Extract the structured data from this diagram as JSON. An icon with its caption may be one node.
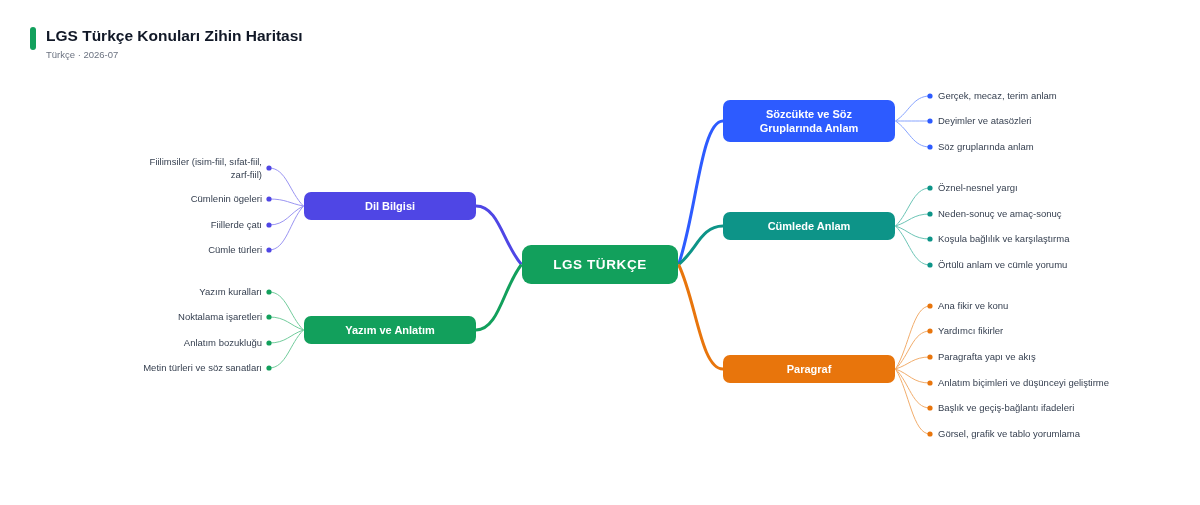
{
  "diagram": {
    "title": "LGS Türkçe Konuları Zihin Haritası",
    "nodes": [
      {
        "text": [
          "LGS TÜRKÇE"
        ]
      },
      {
        "text": [
          "Dil Bilgisi"
        ]
      },
      {
        "text": [
          "Fiilimsiler (isim-fiil, sıfat-fiil, zarf-fiil)"
        ]
      },
      {
        "text": [
          "Cümlenin ögeleri"
        ]
      },
      {
        "text": [
          "Fiillerde çatı"
        ]
      },
      {
        "text": [
          "Cümle türleri"
        ]
      },
      {
        "text": [
          "Yazım ve Anlatım"
        ]
      },
      {
        "text": [
          "Yazım kuralları"
        ]
      },
      {
        "text": [
          "Noktalama işaretleri"
        ]
      },
      {
        "text": [
          "Anlatım bozukluğu"
        ]
      },
      {
        "text": [
          "Metin türleri ve söz sanatları"
        ]
      },
      {
        "text": [
          "Sözcükte ve Söz Gruplarında Anlam"
        ]
      },
      {
        "text": [
          "Gerçek, mecaz, terim anlam"
        ]
      },
      {
        "text": [
          "Deyimler ve atasözleri"
        ]
      },
      {
        "text": [
          "Söz gruplarında anlam"
        ]
      },
      {
        "text": [
          "Cümlede Anlam"
        ]
      },
      {
        "text": [
          "Öznel-nesnel yargı"
        ]
      },
      {
        "text": [
          "Neden-sonuç ve amaç-sonuç"
        ]
      },
      {
        "text": [
          "Koşula bağlılık ve karşılaştırma"
        ]
      },
      {
        "text": [
          "Örtülü anlam ve cümle yorumu"
        ]
      },
      {
        "text": [
          "Paragraf"
        ]
      },
      {
        "text": [
          "Ana fikir ve konu"
        ]
      },
      {
        "text": [
          "Yardımcı fikirler"
        ]
      },
      {
        "text": [
          "Paragrafta yapı ve akış"
        ]
      },
      {
        "text": [
          "Anlatım biçimleri ve düşünceyi geliştirme"
        ]
      },
      {
        "text": [
          "Başlık ve geçiş-bağlantı ifadeleri"
        ]
      },
      {
        "text": [
          "Görsel, grafik ve tablo yorumlama"
        ]
      }
    ],
    "edges": [
      {
        "from": 0,
        "to": 1,
        "arrow": "none",
        "style": "thick",
        "color": "#4f46e5"
      },
      {
        "from": 1,
        "to": 2,
        "arrow": "other",
        "color": "#9a94f2"
      },
      {
        "from": 1,
        "to": 3,
        "arrow": "other",
        "color": "#9a94f2"
      },
      {
        "from": 1,
        "to": 4,
        "arrow": "other",
        "color": "#9a94f2"
      },
      {
        "from": 1,
        "to": 5,
        "arrow": "other",
        "color": "#9a94f2"
      },
      {
        "from": 0,
        "to": 6,
        "arrow": "none",
        "style": "thick",
        "color": "#12a05c"
      },
      {
        "from": 6,
        "to": 7,
        "arrow": "other",
        "color": "#72cc9c"
      },
      {
        "from": 6,
        "to": 8,
        "arrow": "other",
        "color": "#72cc9c"
      },
      {
        "from": 6,
        "to": 9,
        "arrow": "other",
        "color": "#72cc9c"
      },
      {
        "from": 6,
        "to": 10,
        "arrow": "other",
        "color": "#72cc9c"
      },
      {
        "from": 0,
        "to": 11,
        "arrow": "none",
        "style": "thick",
        "color": "#2d5bff"
      },
      {
        "from": 11,
        "to": 12,
        "arrow": "other",
        "color": "#86a3ff"
      },
      {
        "from": 11,
        "to": 13,
        "arrow": "other",
        "color": "#86a3ff"
      },
      {
        "from": 11,
        "to": 14,
        "arrow": "other",
        "color": "#86a3ff"
      },
      {
        "from": 0,
        "to": 15,
        "arrow": "none",
        "style": "thick",
        "color": "#0d9488"
      },
      {
        "from": 15,
        "to": 16,
        "arrow": "other",
        "color": "#6cc5b6"
      },
      {
        "from": 15,
        "to": 17,
        "arrow": "other",
        "color": "#6cc5b6"
      },
      {
        "from": 15,
        "to": 18,
        "arrow": "other",
        "color": "#6cc5b6"
      },
      {
        "from": 15,
        "to": 19,
        "arrow": "other",
        "color": "#6cc5b6"
      },
      {
        "from": 0,
        "to": 20,
        "arrow": "none",
        "style": "thick",
        "color": "#e8750c"
      },
      {
        "from": 20,
        "to": 21,
        "arrow": "other",
        "color": "#f2ad6c"
      },
      {
        "from": 20,
        "to": 22,
        "arrow": "other",
        "color": "#f2ad6c"
      },
      {
        "from": 20,
        "to": 23,
        "arrow": "other",
        "color": "#f2ad6c"
      },
      {
        "from": 20,
        "to": 24,
        "arrow": "other",
        "color": "#f2ad6c"
      },
      {
        "from": 20,
        "to": 25,
        "arrow": "other",
        "color": "#f2ad6c"
      },
      {
        "from": 20,
        "to": 26,
        "arrow": "other",
        "color": "#f2ad6c"
      }
    ],
    "labels": [
      "Türkçe · 2026-07"
    ]
  }
}
